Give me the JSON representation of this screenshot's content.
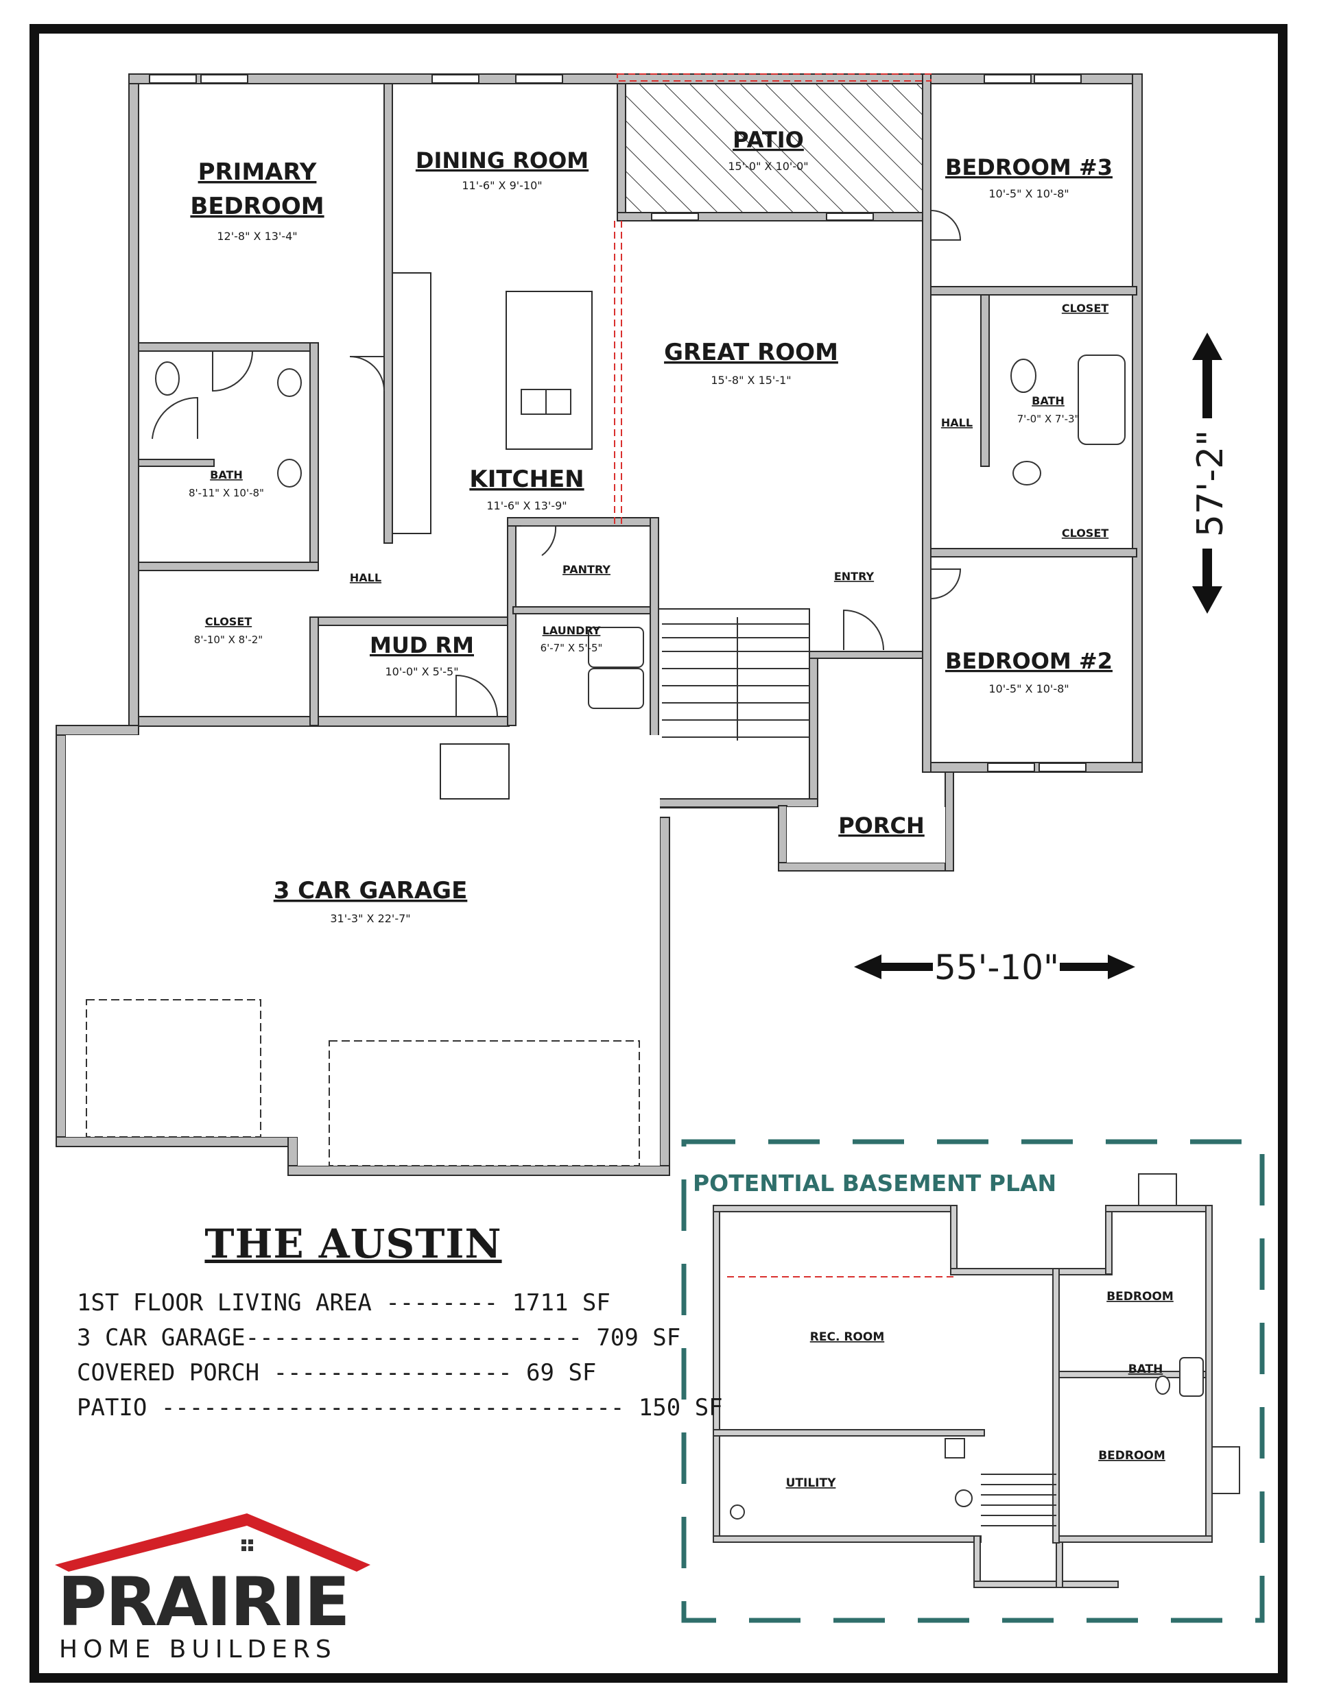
{
  "rooms": {
    "primary_bedroom": {
      "line1": "PRIMARY",
      "line2": "BEDROOM",
      "dims": "12'-8\" X 13'-4\""
    },
    "dining_room": {
      "name": "DINING ROOM",
      "dims": "11'-6\" X 9'-10\""
    },
    "patio": {
      "name": "PATIO",
      "dims": "15'-0\" X 10'-0\""
    },
    "bedroom3": {
      "name": "BEDROOM #3",
      "dims": "10'-5\" X 10'-8\""
    },
    "closet_b3": {
      "name": "CLOSET"
    },
    "great_room": {
      "name": "GREAT ROOM",
      "dims": "15'-8\" X 15'-1\""
    },
    "bath_hall": {
      "name": "BATH",
      "dims": "7'-0\" X 7'-3\""
    },
    "hall_right": {
      "name": "HALL"
    },
    "primary_bath": {
      "name": "BATH",
      "dims": "8'-11\" X 10'-8\""
    },
    "kitchen": {
      "name": "KITCHEN",
      "dims": "11'-6\" X 13'-9\""
    },
    "closet_b2": {
      "name": "CLOSET"
    },
    "pantry": {
      "name": "PANTRY"
    },
    "entry": {
      "name": "ENTRY"
    },
    "hall_left": {
      "name": "HALL"
    },
    "primary_closet": {
      "name": "CLOSET",
      "dims": "8'-10\" X 8'-2\""
    },
    "mud_room": {
      "name": "MUD RM",
      "dims": "10'-0\" X 5'-5\""
    },
    "laundry": {
      "name": "LAUNDRY",
      "dims": "6'-7\" X 5'-5\""
    },
    "bedroom2": {
      "name": "BEDROOM #2",
      "dims": "10'-5\" X 10'-8\""
    },
    "porch": {
      "name": "PORCH"
    },
    "garage": {
      "name": "3 CAR GARAGE",
      "dims": "31'-3\" X 22'-7\""
    }
  },
  "dimensions": {
    "depth": "57'-2\"",
    "width": "55'-10\""
  },
  "basement": {
    "title": "POTENTIAL BASEMENT PLAN",
    "bedroom_top": "BEDROOM",
    "rec_room": "REC. ROOM",
    "bath": "BATH",
    "bedroom_bottom": "BEDROOM",
    "utility": "UTILITY"
  },
  "plan_name": "THE AUSTIN",
  "area_summary": [
    {
      "label": "1ST FLOOR LIVING AREA --------",
      "value": "1711 SF"
    },
    {
      "label": "3 CAR GARAGE------------------------",
      "value": "709 SF"
    },
    {
      "label": "COVERED PORCH -----------------",
      "value": "69 SF"
    },
    {
      "label": " PATIO ---------------------------------",
      "value": "150 SF"
    }
  ],
  "logo": {
    "word": "PRAIRIE",
    "tagline": "HOME BUILDERS"
  },
  "colors": {
    "wall_fill": "#bdbdbd",
    "wall_stroke": "#2b2b2b",
    "basement_frame": "#2f6f6b",
    "logo_red": "#d32027",
    "red_dashed": "#d9302e"
  }
}
